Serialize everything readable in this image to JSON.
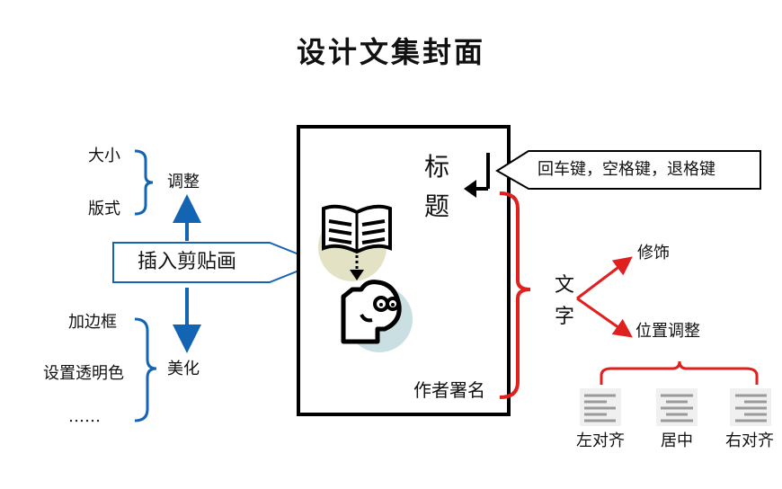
{
  "title": "设计文集封面",
  "left": {
    "adjust_group": {
      "items": [
        "大小",
        "版式"
      ],
      "label": "调整"
    },
    "insert_box": "插入剪贴画",
    "beautify_group": {
      "items": [
        "加边框",
        "设置透明色",
        "……"
      ],
      "label": "美化"
    }
  },
  "cover": {
    "title_chars": [
      "标",
      "题"
    ],
    "author": "作者署名"
  },
  "keys_callout": "回车键，空格键，退格键",
  "right": {
    "text_chars": [
      "文",
      "字"
    ],
    "branch_decorate": "修饰",
    "branch_position": "位置调整",
    "alignments": [
      "左对齐",
      "居中",
      "右对齐"
    ]
  },
  "colors": {
    "blue": "#1464b4",
    "red": "#e01f1f",
    "black": "#000000"
  },
  "icons": [
    "book-clipart-icon",
    "face-clipart-icon",
    "enter-key-arrow-icon",
    "align-left-icon",
    "align-center-icon",
    "align-right-icon"
  ]
}
